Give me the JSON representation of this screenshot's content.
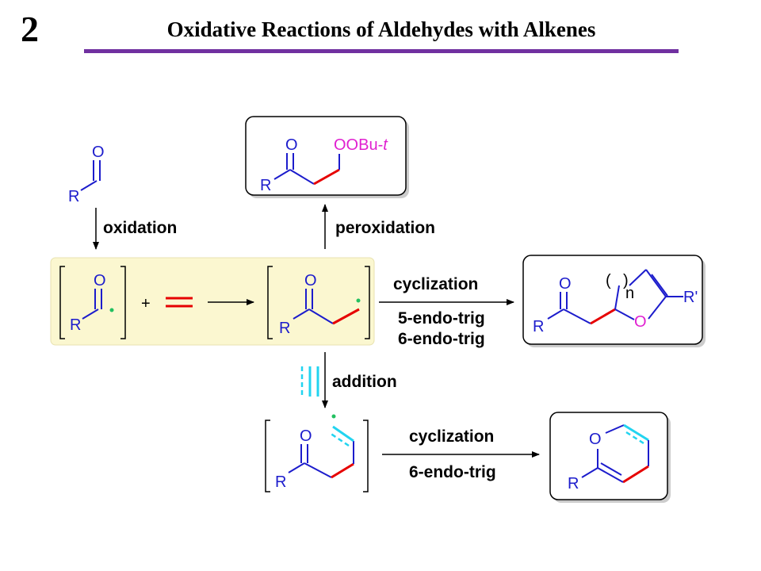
{
  "slide": {
    "number": "2",
    "title": "Oxidative Reactions of Aldehydes with Alkenes"
  },
  "labels": {
    "oxidation": "oxidation",
    "peroxidation": "peroxidation",
    "cyclization_top": "cyclization",
    "endo5": "5-endo-trig",
    "endo6_top": "6-endo-trig",
    "addition": "addition",
    "cyclization_bottom": "cyclization",
    "endo6_bottom": "6-endo-trig",
    "plus": "+"
  },
  "atoms": {
    "R": "R",
    "O": "O",
    "OOBu": "OOBu-",
    "t": "t",
    "R_prime": "R'",
    "n": "n",
    "paren_open": "(",
    "paren_close": ")"
  },
  "colors": {
    "title_rule": "#7030a0",
    "highlight": "#fbf7d0",
    "bond_blue": "#1c1ccc",
    "bond_red": "#e60000",
    "radical_green": "#22c060",
    "alkyne_cyan": "#22d4f0",
    "oxygen_magenta": "#e020d0"
  }
}
